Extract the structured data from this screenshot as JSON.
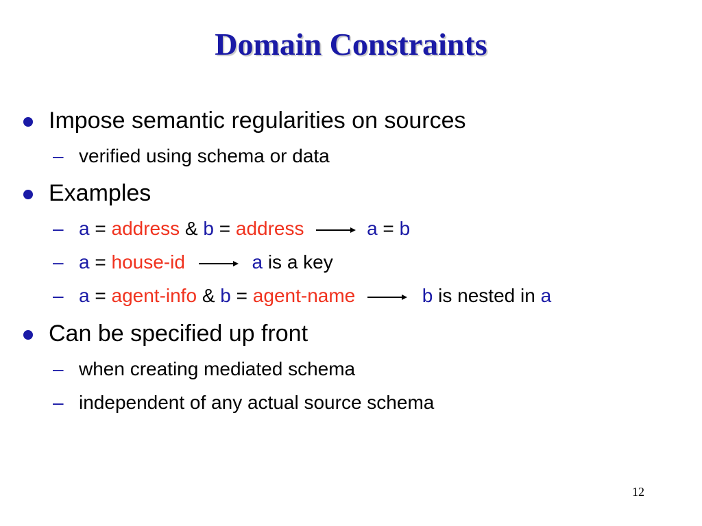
{
  "title": "Domain Constraints",
  "items": [
    {
      "text": "Impose semantic regularities on sources"
    },
    {
      "text": "verified using schema or data"
    },
    {
      "text": "Examples"
    },
    {
      "ex1": {
        "a": "a",
        "eq1": "=",
        "v1": "address",
        "amp": "&",
        "b": "b",
        "eq2": "=",
        "v2": "address",
        "r1": "a",
        "r_eq": "=",
        "r2": "b"
      }
    },
    {
      "ex2": {
        "a": "a",
        "eq1": "=",
        "v1": "house-id",
        "r1": "a",
        "rest": "is a key"
      }
    },
    {
      "ex3": {
        "a": "a",
        "eq1": "=",
        "v1": "agent-info",
        "amp": "&",
        "b": "b",
        "eq2": "=",
        "v2": "agent-name",
        "r1": "b",
        "rest": "is nested in",
        "r2": "a"
      }
    },
    {
      "text": "Can be specified up front"
    },
    {
      "text": "when creating mediated schema"
    },
    {
      "text": "independent of any actual source schema"
    }
  ],
  "dash": "–",
  "page_number": "12",
  "colors": {
    "title": "#1a1aa6",
    "variable": "#1a1aa6",
    "value": "#f0321e",
    "bullet": "#1a1aa6"
  },
  "icons": {
    "bullet": "filled-circle",
    "implies": "right-arrow"
  }
}
